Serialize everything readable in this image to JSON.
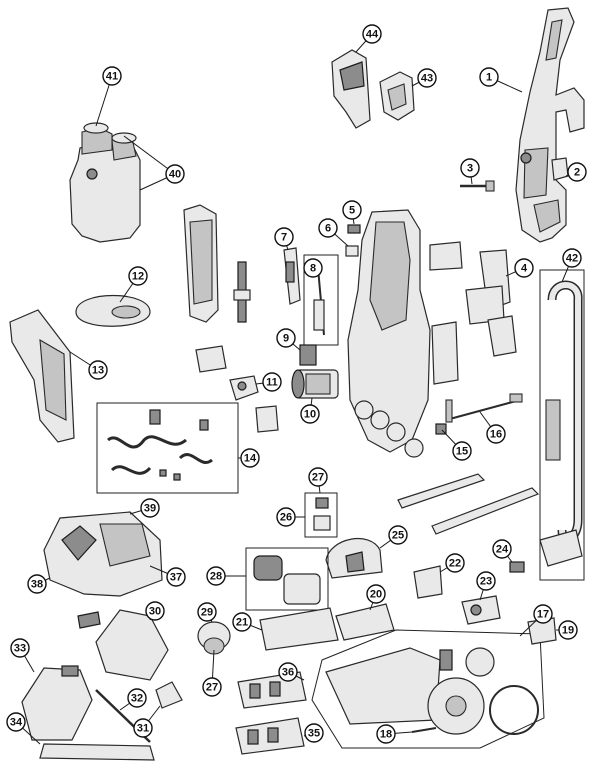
{
  "diagram": {
    "type": "exploded-parts-diagram",
    "callouts": [
      "1",
      "2",
      "3",
      "4",
      "5",
      "6",
      "7",
      "8",
      "9",
      "10",
      "11",
      "12",
      "13",
      "14",
      "15",
      "16",
      "17",
      "18",
      "19",
      "20",
      "21",
      "22",
      "23",
      "24",
      "25",
      "26",
      "27",
      "27",
      "28",
      "29",
      "30",
      "31",
      "32",
      "33",
      "34",
      "35",
      "36",
      "37",
      "38",
      "39",
      "40",
      "41",
      "42",
      "43",
      "44"
    ]
  },
  "colors": {
    "line": "#2a2a2a",
    "fill": "#e9e9e9",
    "dark": "#8c8c8c",
    "background": "#ffffff"
  }
}
